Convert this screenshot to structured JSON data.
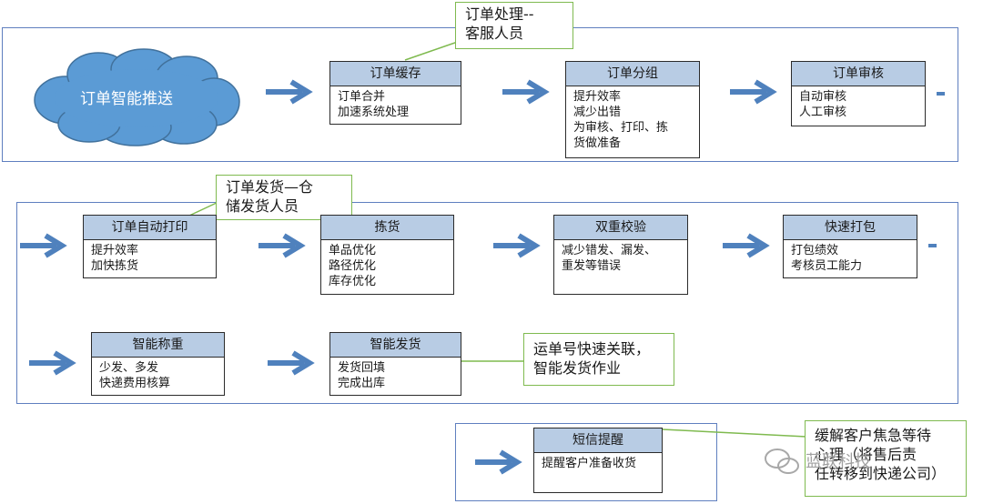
{
  "cloud": {
    "label": "订单智能推送"
  },
  "notes": {
    "order_processing": [
      "订单处理--",
      "客服人员"
    ],
    "order_shipping": [
      "订单发货—仓",
      "储发货人员"
    ],
    "waybill": [
      "运单号快速关联，",
      "智能发货作业"
    ],
    "sms_relief": [
      "缓解客户焦急等待",
      "心理（将售后责",
      "任转移到快递公司）"
    ]
  },
  "boxes": {
    "order_cache": {
      "title": "订单缓存",
      "lines": [
        "订单合并",
        "加速系统处理"
      ]
    },
    "order_group": {
      "title": "订单分组",
      "lines": [
        "提升效率",
        "减少出错",
        "为审核、打印、拣",
        "货做准备"
      ]
    },
    "order_review": {
      "title": "订单审核",
      "lines": [
        "自动审核",
        "人工审核"
      ]
    },
    "auto_print": {
      "title": "订单自动打印",
      "lines": [
        "提升效率",
        "加快拣货"
      ]
    },
    "picking": {
      "title": "拣货",
      "lines": [
        "单品优化",
        "路径优化",
        "库存优化"
      ]
    },
    "double_check": {
      "title": "双重校验",
      "lines": [
        "减少错发、漏发、",
        "重发等错误"
      ]
    },
    "fast_pack": {
      "title": "快速打包",
      "lines": [
        "打包绩效",
        "考核员工能力"
      ]
    },
    "smart_weigh": {
      "title": "智能称重",
      "lines": [
        "少发、多发",
        "快递费用核算"
      ]
    },
    "smart_ship": {
      "title": "智能发货",
      "lines": [
        "发货回填",
        "完成出库"
      ]
    },
    "sms": {
      "title": "短信提醒",
      "lines": [
        "提醒客户准备收货"
      ]
    }
  },
  "watermark": {
    "text": "蓝联科技"
  },
  "colors": {
    "frame": "#5f7fbf",
    "header": "#b8cce4",
    "arrow": "#4f81bd",
    "note_border": "#7fba4f",
    "cloud": "#5b9bd5"
  }
}
